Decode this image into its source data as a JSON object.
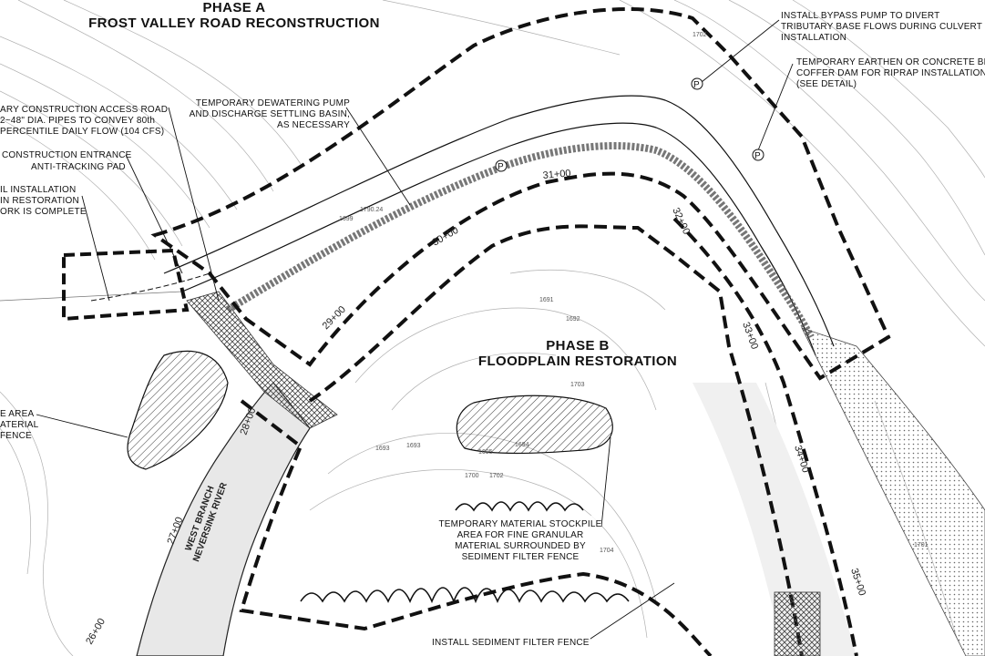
{
  "phase_a": {
    "title": "PHASE A",
    "subtitle": "FROST VALLEY ROAD RECONSTRUCTION"
  },
  "phase_b": {
    "title": "PHASE B",
    "subtitle": "FLOODPLAIN RESTORATION"
  },
  "notes": {
    "bypass_pump": [
      "INSTALL BYPASS PUMP TO DIVERT",
      "TRIBUTARY BASE FLOWS DURING CULVERT",
      "INSTALLATION"
    ],
    "coffer_dam": [
      "TEMPORARY EARTHEN OR CONCRETE BLO",
      "COFFER DAM  FOR RIPRAP INSTALLATION",
      "(SEE DETAIL)"
    ],
    "dewatering": [
      "TEMPORARY DEWATERING PUMP",
      "AND DISCHARGE SETTLING BASIN,",
      "AS NECESSARY"
    ],
    "access_road": [
      "ARY CONSTRUCTION ACCESS ROAD",
      "2~48\" DIA. PIPES TO CONVEY 80th",
      "PERCENTILE DAILY FLOW (104 CFS)"
    ],
    "entrance": [
      "CONSTRUCTION ENTRANCE",
      "ANTI-TRACKING PAD"
    ],
    "restoration": [
      "IL INSTALLATION",
      "IN RESTORATION",
      "ORK IS COMPLETE"
    ],
    "stockpile_left": [
      "E AREA",
      "ATERIAL",
      "FENCE"
    ],
    "stockpile_center": [
      "TEMPORARY MATERIAL STOCKPILE",
      "AREA FOR FINE GRANULAR",
      "MATERIAL SURROUNDED BY",
      "SEDIMENT FILTER FENCE"
    ],
    "filter_fence": "INSTALL SEDIMENT FILTER FENCE"
  },
  "river_label": [
    "WEST BRANCH",
    "NEVERSINK RIVER"
  ],
  "stations": [
    "26+00",
    "27+00",
    "28+00",
    "29+00",
    "30+00",
    "31+00",
    "32+00",
    "33+00",
    "34+00",
    "35+00"
  ],
  "elevations": {
    "spot": "1790.24",
    "contours": [
      "1691",
      "1692",
      "1693",
      "1693",
      "1694",
      "1695",
      "1699",
      "1700",
      "1701",
      "1702",
      "1702",
      "1703",
      "1704"
    ]
  },
  "pump_marker": "P",
  "colors": {
    "linework": "#111111",
    "contour": "#9a9a9a",
    "river_fill": "#e6e6e6",
    "hatch": "#333333"
  }
}
